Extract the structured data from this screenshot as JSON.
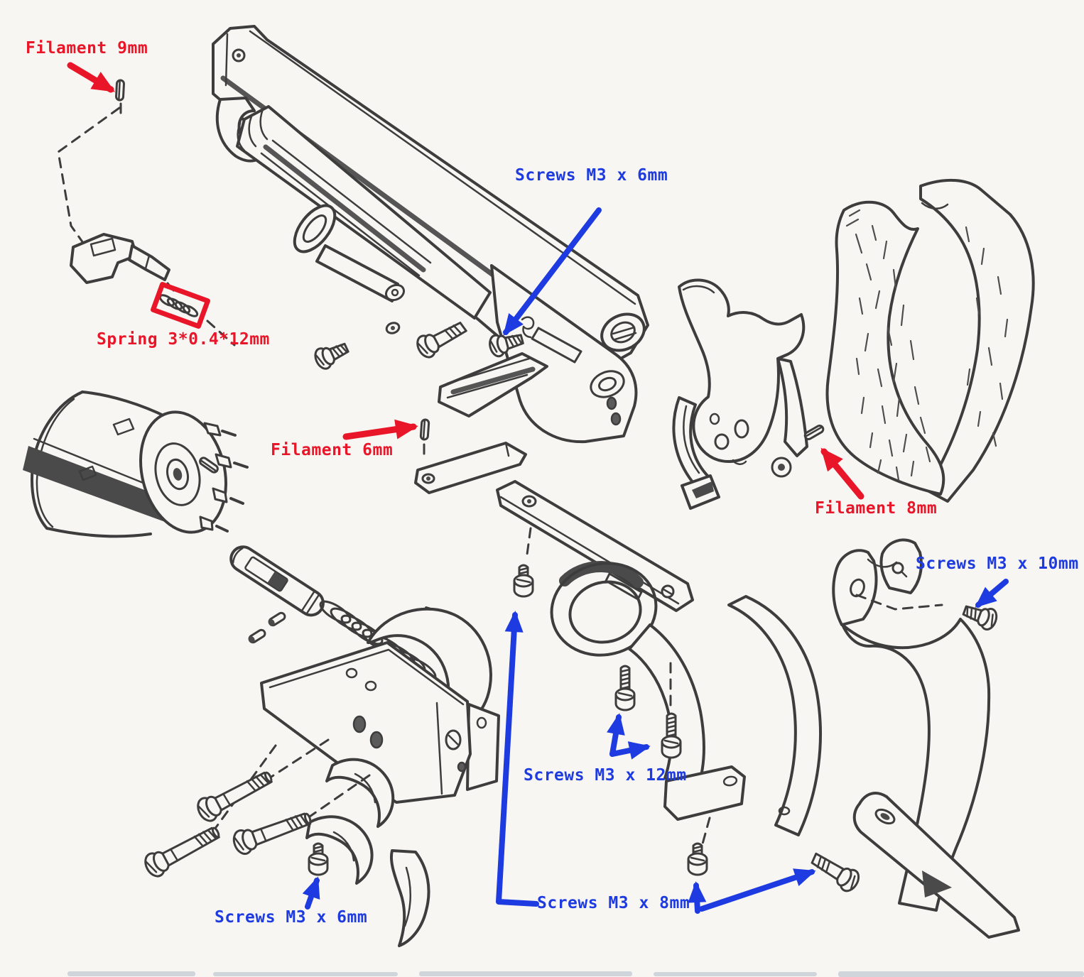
{
  "palette": {
    "background": "#f8f6f2",
    "ink": "#3d3d3d",
    "annotation_red": "#e91528",
    "annotation_blue": "#1d3be0"
  },
  "annotations": {
    "filament_9mm": {
      "label": "Filament 9mm",
      "color": "red"
    },
    "spring_3_04_12mm": {
      "label": "Spring 3*0.4*12mm",
      "color": "red"
    },
    "screws_m3x6_top": {
      "label": "Screws M3 x 6mm",
      "color": "blue"
    },
    "filament_6mm": {
      "label": "Filament 6mm",
      "color": "red"
    },
    "filament_8mm": {
      "label": "Filament 8mm",
      "color": "red"
    },
    "screws_m3x10": {
      "label": "Screws M3 x 10mm",
      "color": "blue"
    },
    "screws_m3x12": {
      "label": "Screws M3 x 12mm",
      "color": "blue"
    },
    "screws_m3x6_bottom": {
      "label": "Screws M3 x 6mm",
      "color": "blue"
    },
    "screws_m3x8": {
      "label": "Screws M3 x 8mm",
      "color": "blue"
    }
  }
}
